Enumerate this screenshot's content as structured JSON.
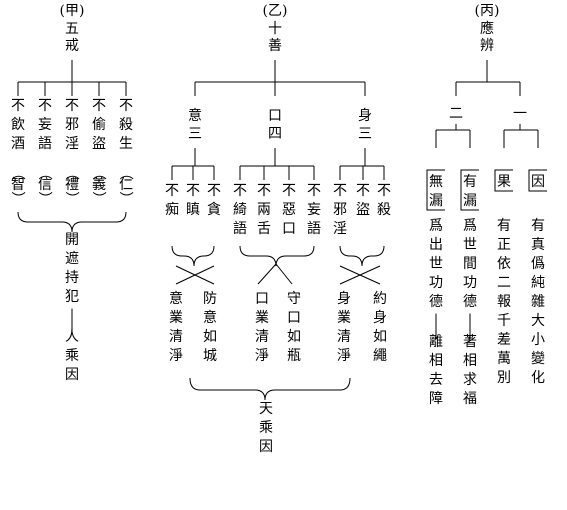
{
  "jia": {
    "label": "(甲)",
    "title": "五戒",
    "precepts": [
      "不殺生",
      "不偷盜",
      "不邪淫",
      "不妄語",
      "不飲酒"
    ],
    "virtues": [
      "（仁）",
      "（義）",
      "（禮）",
      "（信）",
      "（智）"
    ],
    "result": "開遮持犯——人乘因"
  },
  "yi": {
    "label": "(乙)",
    "title": "十善",
    "groups": [
      {
        "name": "身三",
        "items": [
          "不殺",
          "不盜",
          "不邪淫"
        ]
      },
      {
        "name": "口四",
        "items": [
          "不妄語",
          "不惡口",
          "不兩舌",
          "不綺語"
        ]
      },
      {
        "name": "意三",
        "items": [
          "不貪",
          "不瞋",
          "不痴"
        ]
      }
    ],
    "effects": [
      "約身如繩",
      "身業清淨",
      "守口如瓶",
      "口業清淨",
      "防意如城",
      "意業清淨"
    ],
    "result": "天乘因"
  },
  "bing": {
    "label": "(丙)",
    "title": "應辨",
    "branches": [
      {
        "name": "一",
        "tag": "因",
        "lines": [
          "有真僞純雜大小變化",
          "有正依二報千差萬別"
        ],
        "bracket_text": "果"
      },
      {
        "name": "二",
        "tag": "有漏",
        "lines": [
          "爲世間功德——著相求福",
          "爲出世功德——離相去障"
        ],
        "bracket_text": "無漏"
      }
    ]
  }
}
